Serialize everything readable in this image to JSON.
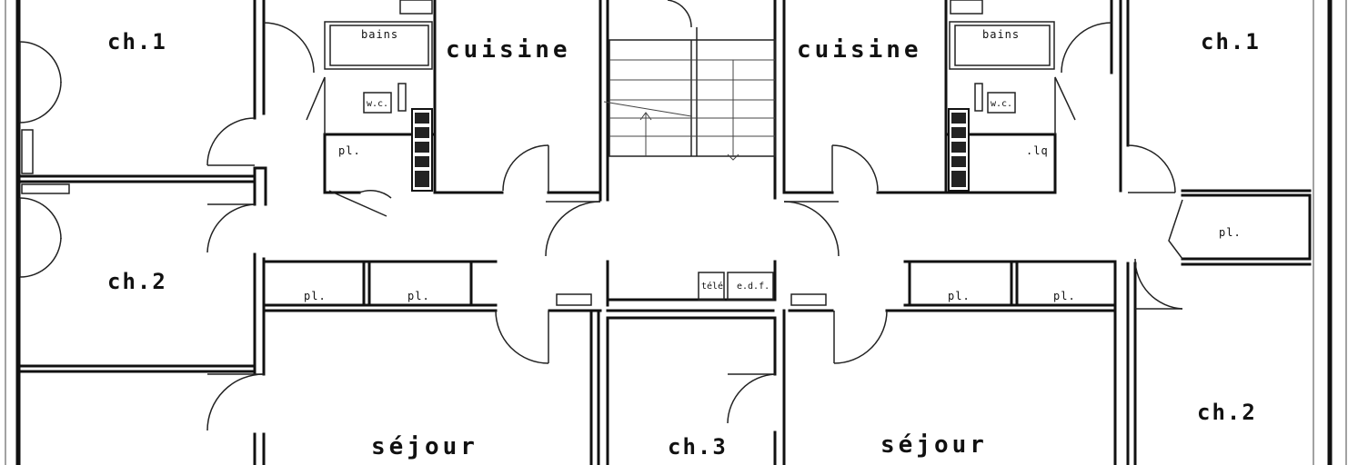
{
  "plan": {
    "rooms": {
      "ch1_left": "ch.1",
      "ch2_left": "ch.2",
      "cuisine_left": "cuisine",
      "bains_left": "bains",
      "wc_left": "w.c.",
      "pl_left_cupboard": "pl.",
      "pl_left_a": "pl.",
      "pl_left_b": "pl.",
      "sejour_left": "séjour",
      "ch3_center": "ch.3",
      "tele": "télé",
      "edf": "e.d.f.",
      "cuisine_right": "cuisine",
      "bains_right": "bains",
      "wc_right": "w.c.",
      "lq_right": ".lq",
      "ch1_right": "ch.1",
      "pl_right_side": "pl.",
      "pl_right_a": "pl.",
      "pl_right_b": "pl.",
      "sejour_right": "séjour",
      "ch2_right": "ch.2"
    },
    "colors": {
      "ink": "#111111",
      "paper": "#ffffff"
    }
  }
}
